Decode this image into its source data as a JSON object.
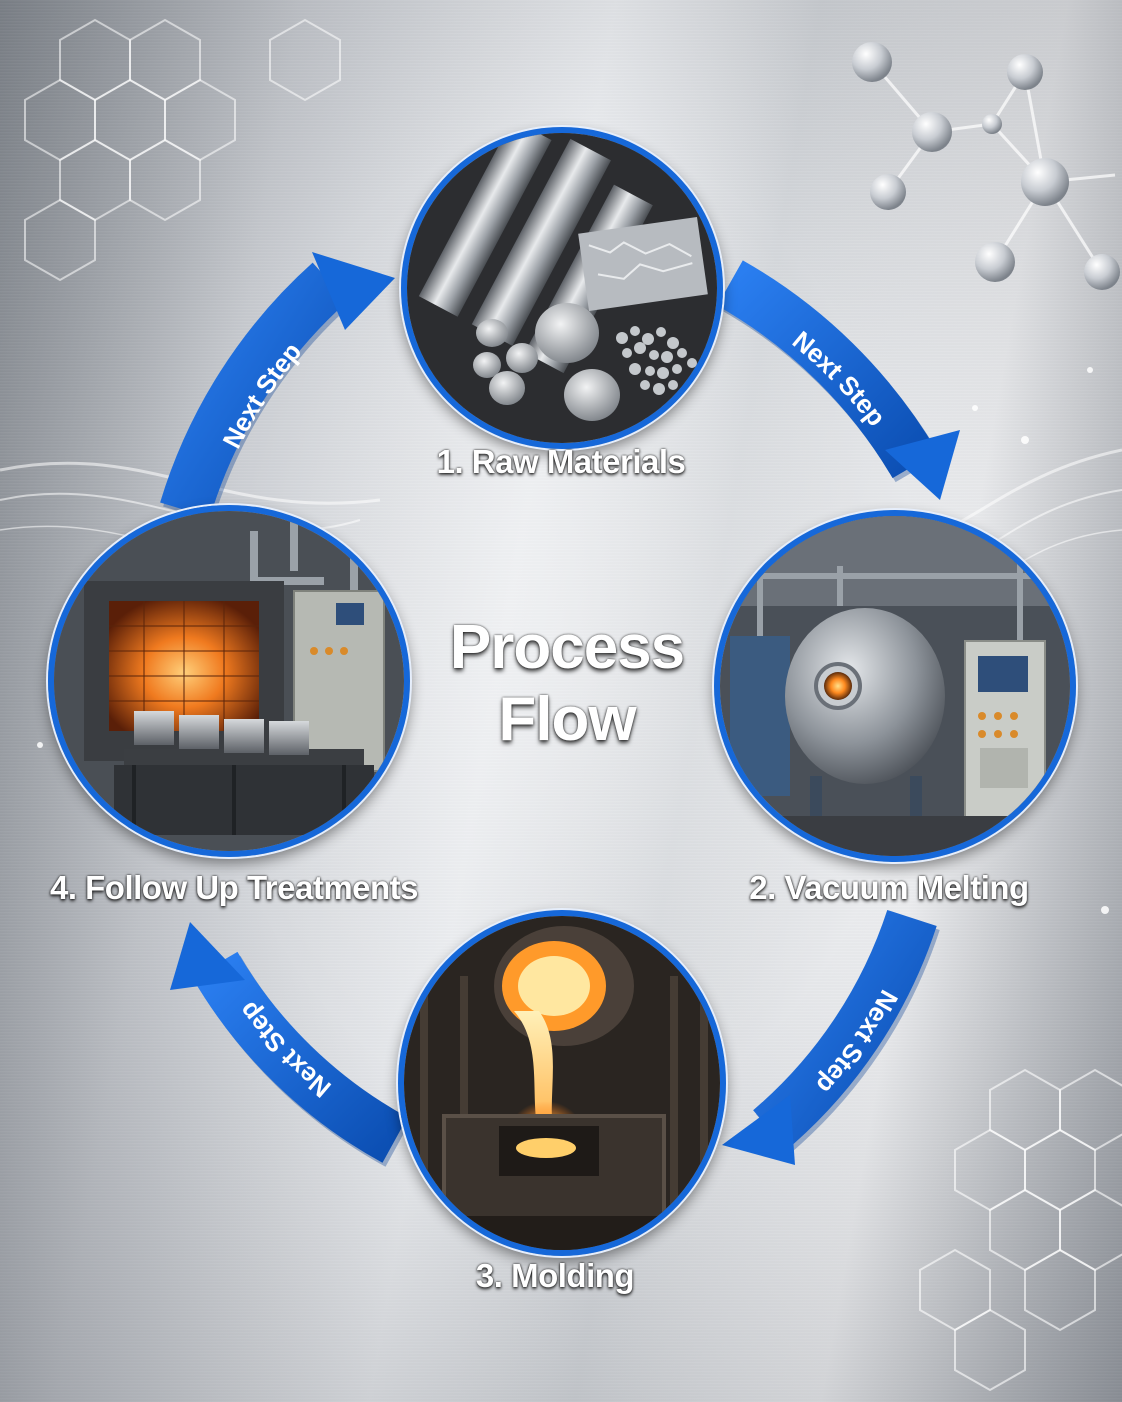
{
  "title": {
    "line1": "Process",
    "line2": "Flow"
  },
  "stages": [
    {
      "number": "1.",
      "label": "1. Raw Materials",
      "icon": "metal-rods-and-pellets"
    },
    {
      "number": "2.",
      "label": "2. Vacuum Melting",
      "icon": "vacuum-furnace-chamber"
    },
    {
      "number": "3.",
      "label": "3. Molding",
      "icon": "molten-metal-pour"
    },
    {
      "number": "4.",
      "label": "4. Follow Up Treatments",
      "icon": "heat-treatment-furnace"
    }
  ],
  "arrows": [
    {
      "label": "Next Step"
    },
    {
      "label": "Next Step"
    },
    {
      "label": "Next Step"
    },
    {
      "label": "Next Step"
    }
  ],
  "colors": {
    "accent": "#1668d9",
    "accent_dark": "#0c4fb3",
    "label_text": "#ffffff"
  }
}
